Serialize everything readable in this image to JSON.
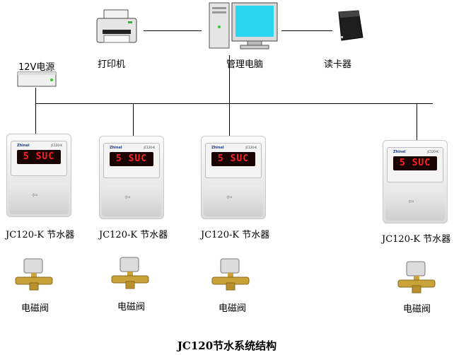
{
  "devices": {
    "printer_label": "打印机",
    "computer_label": "管理电脑",
    "reader_label": "读卡器",
    "power_label": "12V电源"
  },
  "meters": [
    {
      "label": "JC120-K 节水器",
      "display": "5 SUC",
      "brand": "Zhinel",
      "valve_label": "电磁阀"
    },
    {
      "label": "JC120-K 节水器",
      "display": "5 SUC",
      "brand": "Zhinel",
      "valve_label": "电磁阀"
    },
    {
      "label": "JC120-K 节水器",
      "display": "5 SUC",
      "brand": "Zhinel",
      "valve_label": "电磁阀"
    },
    {
      "label": "JC120-K 节水器",
      "display": "5 SUC",
      "brand": "Zhinel",
      "valve_label": "电磁阀"
    }
  ],
  "title": "JC120节水系统结构",
  "colors": {
    "screen": "#29d6ee",
    "display_text": "#ff2222",
    "valve_brass": "#c9a23a"
  }
}
